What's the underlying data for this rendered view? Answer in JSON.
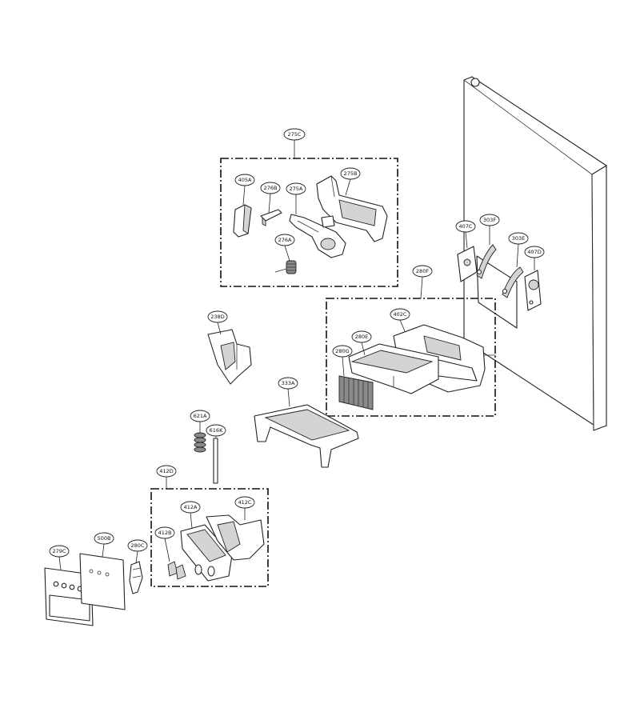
{
  "callouts": {
    "c275C": "275C",
    "c405A": "405A",
    "c276B": "276B",
    "c275A": "275A",
    "c275B": "275B",
    "c276A": "276A",
    "c407C": "407C",
    "c303F": "303F",
    "c303E": "303E",
    "c407D": "407D",
    "c280F": "280F",
    "c402C": "402C",
    "c280E": "280E",
    "c280G": "280G",
    "c238D": "238D",
    "c333A": "333A",
    "c621A": "621A",
    "c616K": "616K",
    "c412D": "412D",
    "c412A": "412A",
    "c412C": "412C",
    "c412B": "412B",
    "c279C": "279C",
    "c500B": "500B",
    "c280C": "280C"
  }
}
